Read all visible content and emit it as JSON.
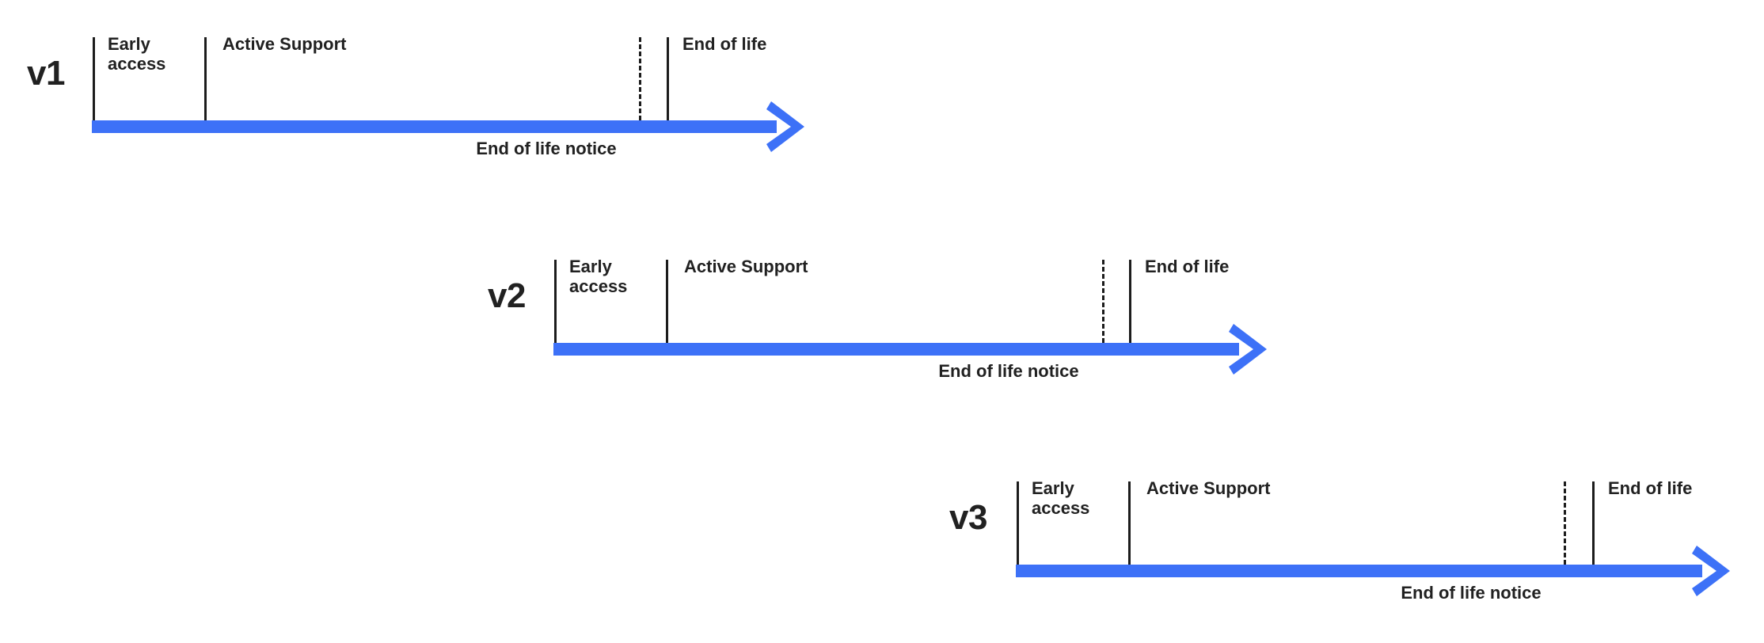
{
  "diagram": {
    "title": "Version lifecycle timeline",
    "accent_color": "#3d71f7",
    "text_color": "#212121",
    "tick_color": "#1c1c1c",
    "background_color": "#ffffff"
  },
  "rows": [
    {
      "version_label": "v1",
      "phases": [
        {
          "label": "Early\naccess"
        },
        {
          "label": "Active Support"
        },
        {
          "label": "End of life"
        }
      ],
      "notice_label": "End of life notice"
    },
    {
      "version_label": "v2",
      "phases": [
        {
          "label": "Early\naccess"
        },
        {
          "label": "Active Support"
        },
        {
          "label": "End of life"
        }
      ],
      "notice_label": "End of life notice"
    },
    {
      "version_label": "v3",
      "phases": [
        {
          "label": "Early\naccess"
        },
        {
          "label": "Active Support"
        },
        {
          "label": "End of life"
        }
      ],
      "notice_label": "End of life notice"
    }
  ]
}
